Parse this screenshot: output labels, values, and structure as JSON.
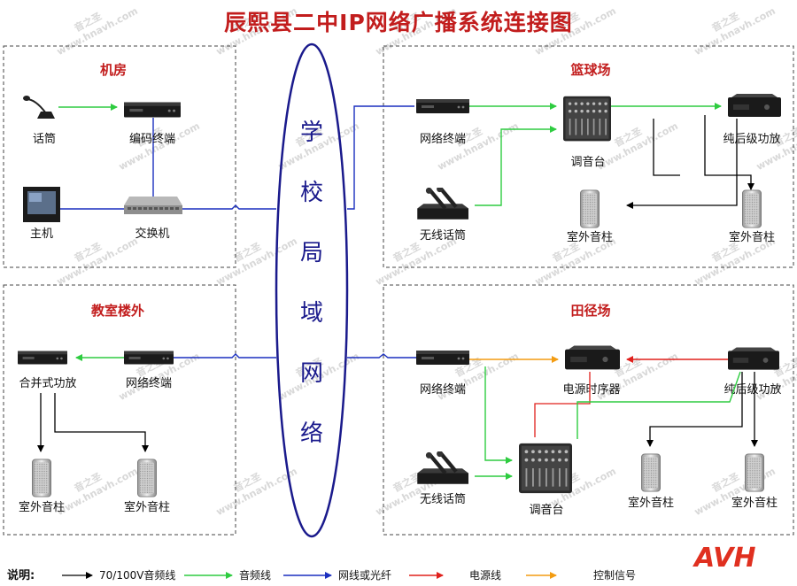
{
  "title": "辰熙县二中IP网络广播系统连接图",
  "center": {
    "chars": [
      "学",
      "校",
      "局",
      "域",
      "网",
      "络"
    ]
  },
  "sections": {
    "machine_room": {
      "heading": "机房",
      "mic": "话筒",
      "encoder": "编码终端",
      "host": "主机",
      "switch": "交换机"
    },
    "basketball": {
      "heading": "篮球场",
      "terminal": "网络终端",
      "mixer": "调音台",
      "amplifier": "纯后级功放",
      "wireless_mic": "无线话筒",
      "speaker_a": "室外音柱",
      "speaker_b": "室外音柱"
    },
    "classroom": {
      "heading": "教室楼外",
      "combined_amp": "合并式功放",
      "terminal": "网络终端",
      "speaker_a": "室外音柱",
      "speaker_b": "室外音柱"
    },
    "track": {
      "heading": "田径场",
      "terminal": "网络终端",
      "sequencer": "电源时序器",
      "amplifier": "纯后级功放",
      "wireless_mic": "无线话筒",
      "mixer": "调音台",
      "speaker_a": "室外音柱",
      "speaker_b": "室外音柱"
    }
  },
  "legend": {
    "title": "说明:",
    "items": [
      {
        "label": "70/100V音频线",
        "color": "#000000"
      },
      {
        "label": "音频线",
        "color": "#2ecc40"
      },
      {
        "label": "网线或光纤",
        "color": "#1a2fbf"
      },
      {
        "label": "电源线",
        "color": "#e0201c"
      },
      {
        "label": "控制信号",
        "color": "#f39c12"
      }
    ]
  },
  "watermark": {
    "line1": "音之圣",
    "line2": "www.hnavh.com"
  },
  "brand": "AVH"
}
